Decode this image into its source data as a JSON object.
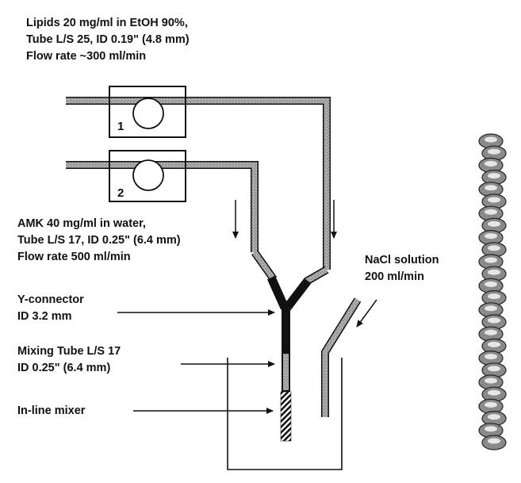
{
  "lipids": {
    "line1": "Lipids 20 mg/ml in EtOH 90%,",
    "line2": "Tube L/S 25, ID 0.19\" (4.8 mm)",
    "line3": "Flow rate ~300 ml/min"
  },
  "pumps": {
    "pump1": "1",
    "pump2": "2"
  },
  "amk": {
    "line1": "AMK 40 mg/ml in water,",
    "line2": "Tube L/S 17, ID 0.25\" (6.4 mm)",
    "line3": "Flow rate 500 ml/min"
  },
  "nacl": {
    "line1": "NaCl solution",
    "line2": "200 ml/min"
  },
  "yconnector": {
    "line1": "Y-connector",
    "line2": "ID 3.2 mm"
  },
  "mixing": {
    "line1": "Mixing Tube L/S 17",
    "line2": "ID 0.25\" (6.4 mm)"
  },
  "mixer": {
    "label": "In-line mixer"
  },
  "colors": {
    "ink": "#111111",
    "tube_fill": "#9a9a9a",
    "connector": "#111111"
  }
}
